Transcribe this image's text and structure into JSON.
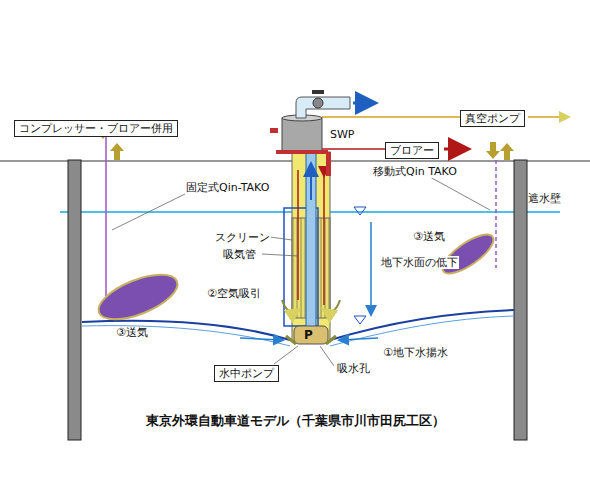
{
  "diagram": {
    "caption": "東京外環自動車道モデル（千葉県市川市田尻工区）",
    "nodes": [
      {
        "text": [
          "コンプレッサー・ブロアー併用"
        ]
      },
      {
        "text": [
          "真空ポンプ"
        ]
      },
      {
        "text": [
          "ブロアー"
        ]
      },
      {
        "text": [
          "水中ポンプ"
        ]
      }
    ],
    "labels": [
      "SWP",
      "固定式Qin-TAKO",
      "移動式Qin TAKO",
      "遮水壁",
      "スクリーン",
      "吸気管",
      "②空気吸引",
      "③送気",
      "③送気",
      "地下水面の低下",
      "①地下水揚水",
      "吸水孔",
      "P"
    ]
  }
}
